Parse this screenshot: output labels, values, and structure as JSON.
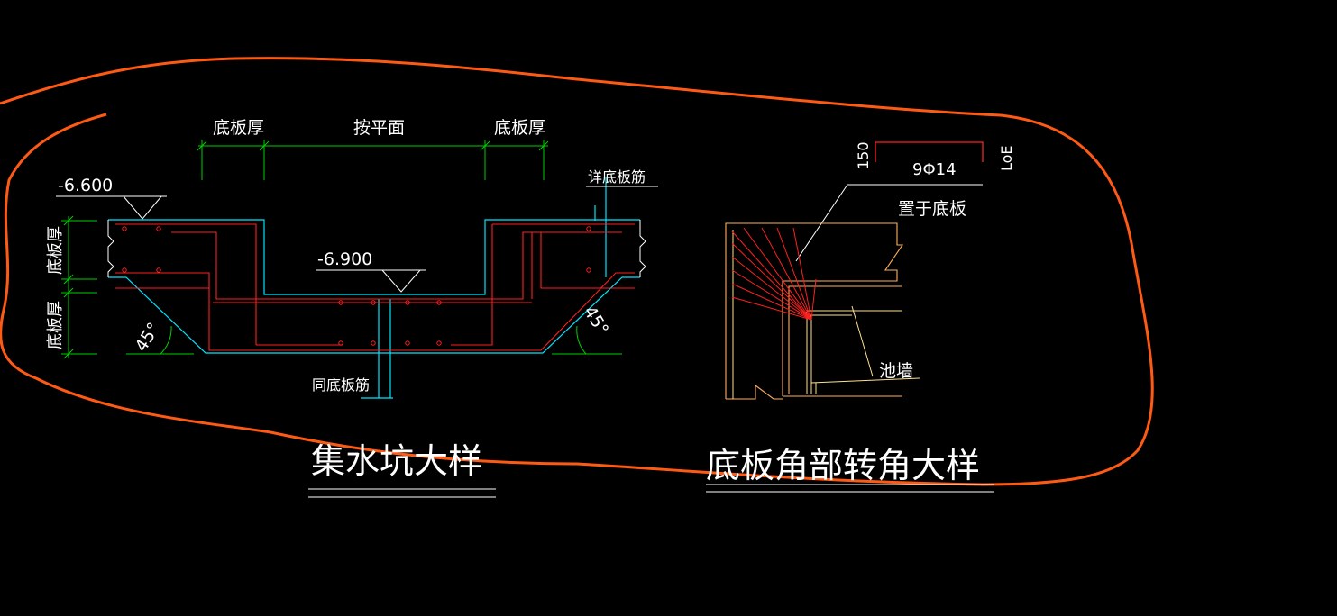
{
  "colors": {
    "background": "#000000",
    "annotation": "#ff5a14",
    "dimension": "#00d000",
    "concrete": "#00e5ff",
    "rebar": "#ff2020",
    "text": "#ffffff",
    "wall": "#ffb060",
    "ref_line": "#ffe090"
  },
  "pit_detail": {
    "title": "集水坑大样",
    "dim_top_left": "底板厚",
    "dim_top_mid": "按平面",
    "dim_top_right": "底板厚",
    "elev_top": "-6.600",
    "elev_bottom": "-6.900",
    "dim_left_upper": "底板厚",
    "dim_left_lower": "底板厚",
    "angle_left": "45°",
    "angle_right": "45°",
    "note_top_right": "详底板筋",
    "note_bottom": "同底板筋"
  },
  "corner_detail": {
    "title": "底板角部转角大样",
    "dim_150": "150",
    "rebar_spec": "9Φ14",
    "dim_loe": "LoE",
    "note_place": "置于底板",
    "note_wall": "池墙"
  }
}
